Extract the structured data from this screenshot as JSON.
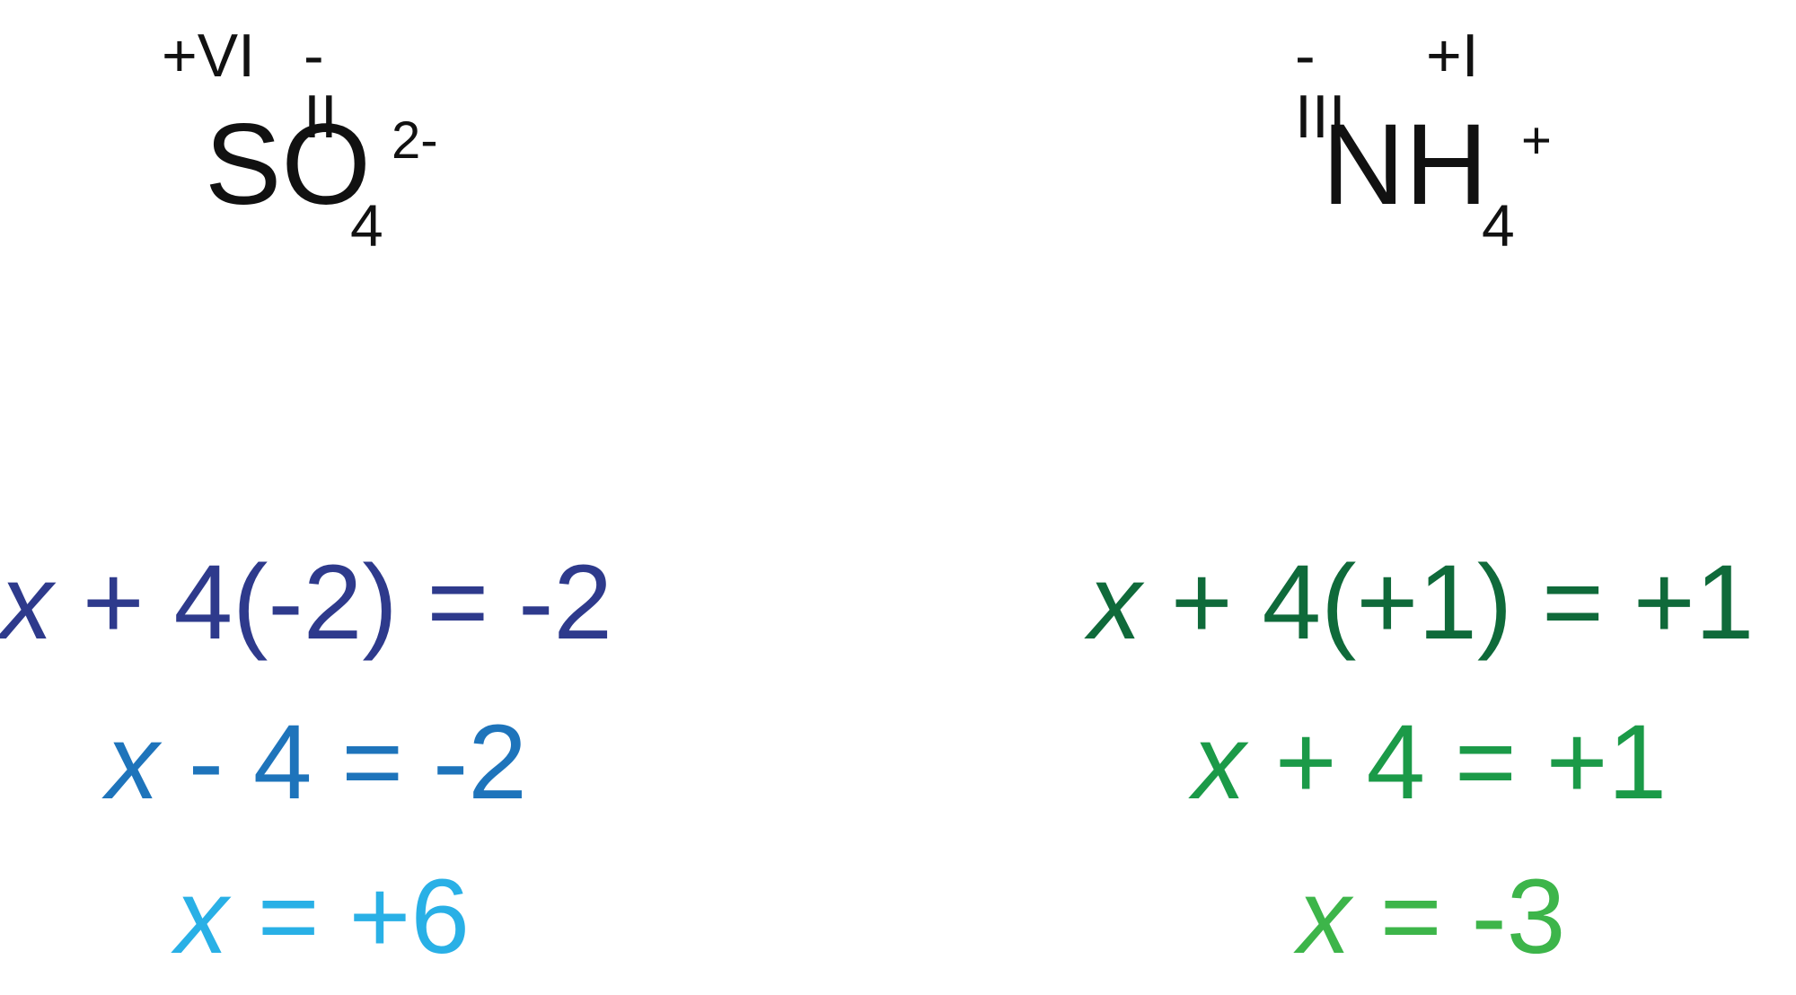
{
  "left": {
    "ion": {
      "oxidation_states": [
        "+VI",
        "-II"
      ],
      "formula": "SO",
      "subscript": "4",
      "charge": "2-"
    },
    "steps": [
      {
        "variable": "x",
        "rest": " + 4(-2) = -2",
        "color": "#2E3A8C"
      },
      {
        "variable": "x",
        "rest": " - 4 = -2",
        "color": "#1E74BB"
      },
      {
        "variable": "x",
        "rest": " = +6",
        "color": "#29B0E6"
      }
    ]
  },
  "right": {
    "ion": {
      "oxidation_states": [
        "-III",
        "+I"
      ],
      "formula": "NH",
      "subscript": "4",
      "charge": "+"
    },
    "steps": [
      {
        "variable": "x",
        "rest": " + 4(+1) = +1",
        "color": "#0F6A3A"
      },
      {
        "variable": "x",
        "rest": " + 4 = +1",
        "color": "#1B9A48"
      },
      {
        "variable": "x",
        "rest": " = -3",
        "color": "#3DB54A"
      }
    ]
  }
}
